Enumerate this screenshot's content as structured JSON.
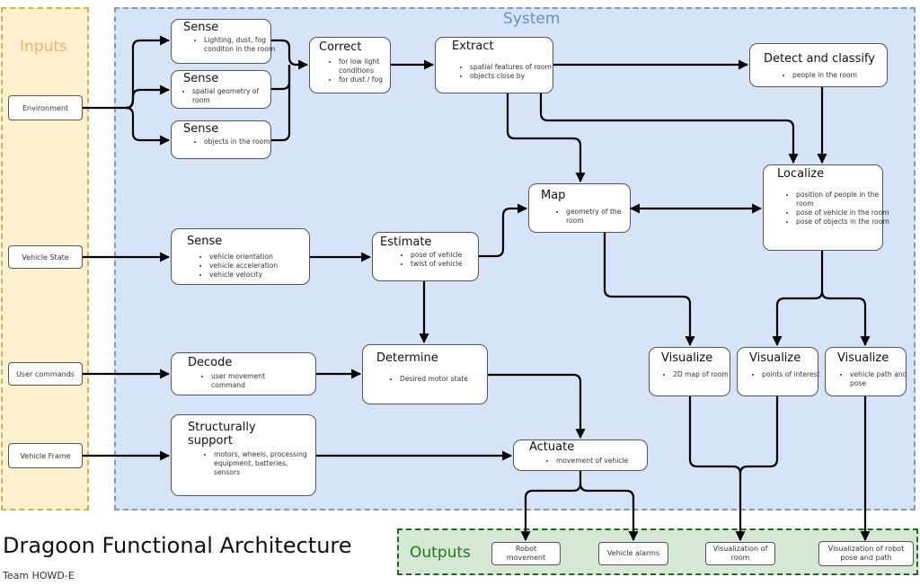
{
  "title": "Dragoon Functional Architecture",
  "subtitle": "Team HOWD-E",
  "zones": {
    "inputs": "Inputs",
    "system": "System",
    "outputs": "Outputs"
  },
  "colors": {
    "inputs_bg": "#fdf0cc",
    "inputs_border": "#d4b04a",
    "inputs_label": "#f0b277",
    "system_bg": "#d6e4f7",
    "system_border": "#7d99c4",
    "system_label": "#6c8ebf",
    "outputs_bg": "#d5e8d4",
    "outputs_border": "#1f6a1f",
    "outputs_label": "#1f7a1f"
  },
  "inputs": [
    {
      "id": "environment",
      "label": "Environment"
    },
    {
      "id": "vehicle_state",
      "label": "Vehicle State"
    },
    {
      "id": "user_commands",
      "label": "User commands"
    },
    {
      "id": "vehicle_frame",
      "label": "Vehicle Frame"
    }
  ],
  "functions": {
    "sense_light": {
      "title": "Sense",
      "items": [
        "Lighting, dust, fog conditon in the room"
      ]
    },
    "sense_geometry": {
      "title": "Sense",
      "items": [
        "spatial geometry of room"
      ]
    },
    "sense_objects": {
      "title": "Sense",
      "items": [
        "objects in the room"
      ]
    },
    "correct": {
      "title": "Correct",
      "items": [
        "for low light conditions",
        "for dust / fog"
      ]
    },
    "extract": {
      "title": "Extract",
      "items": [
        "spatial features of room",
        "objects close by"
      ]
    },
    "detect": {
      "title": "Detect and classify",
      "items": [
        "people in the room"
      ]
    },
    "map": {
      "title": "Map",
      "items": [
        "geometry of the room"
      ]
    },
    "localize": {
      "title": "Localize",
      "items": [
        "position of people in the room",
        "pose of vehicle in the room",
        "pose of objects in the room"
      ]
    },
    "sense_vehicle": {
      "title": "Sense",
      "items": [
        "vehicle orientation",
        "vehicle acceleration",
        "vehicle velocity"
      ]
    },
    "estimate": {
      "title": "Estimate",
      "items": [
        "pose of vehicle",
        "twist of vehicle"
      ]
    },
    "decode": {
      "title": "Decode",
      "items": [
        "user movement command"
      ]
    },
    "determine": {
      "title": "Determine",
      "items": [
        "Desired motor state"
      ]
    },
    "structurally": {
      "title": "Structurally support",
      "items": [
        "motors, wheels, processing equipment, batteries, sensors"
      ]
    },
    "actuate": {
      "title": "Actuate",
      "items": [
        "movement of vehicle"
      ]
    },
    "vis_map": {
      "title": "Visualize",
      "items": [
        "2D map of room"
      ]
    },
    "vis_poi": {
      "title": "Visualize",
      "items": [
        "points of interest"
      ]
    },
    "vis_path": {
      "title": "Visualize",
      "items": [
        "vehicle path and pose"
      ]
    }
  },
  "outputs": [
    {
      "id": "robot_movement",
      "label": "Robot movement"
    },
    {
      "id": "vehicle_alarms",
      "label": "Vehicle alarms"
    },
    {
      "id": "vis_room",
      "label": "Visualization of room"
    },
    {
      "id": "vis_pose",
      "label": "Visualization of robot pose and path"
    }
  ]
}
